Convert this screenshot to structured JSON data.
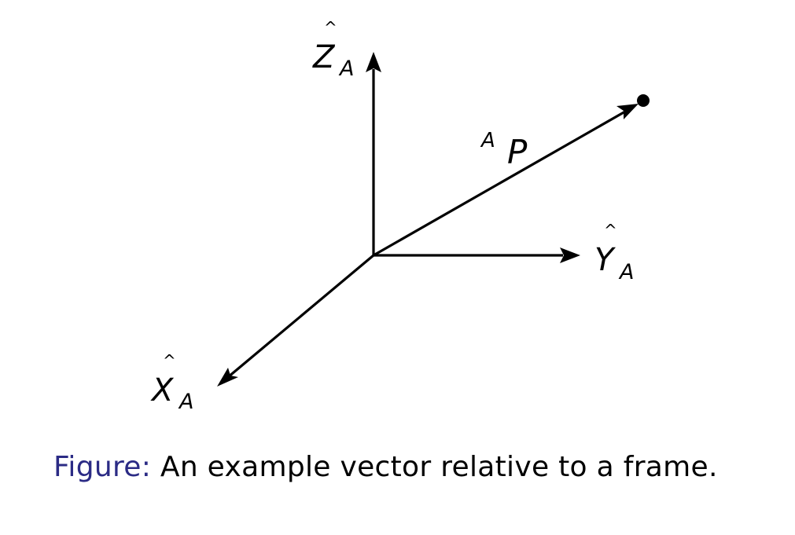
{
  "diagram": {
    "axes": {
      "z": {
        "letter": "Z",
        "sub": "A",
        "hat": "^"
      },
      "y": {
        "letter": "Y",
        "sub": "A",
        "hat": "^"
      },
      "x": {
        "letter": "X",
        "sub": "A",
        "hat": "^"
      }
    },
    "vector": {
      "pre_super": "A",
      "letter": "P"
    }
  },
  "caption": {
    "prefix": "Figure:",
    "text": " An example vector relative to a frame."
  },
  "colors": {
    "line": "#000000",
    "caption_prefix": "#2b2b85"
  }
}
